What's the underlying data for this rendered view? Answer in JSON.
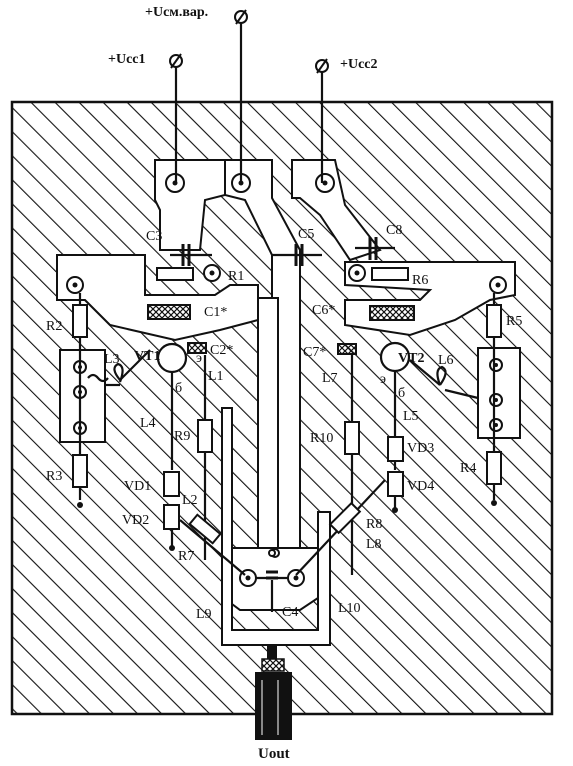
{
  "supplies": {
    "ucc1": "+Ucc1",
    "ubias": "+Uсм.вар.",
    "ucc2": "+Ucc2",
    "out": "Uout"
  },
  "labels": {
    "c1": "C1*",
    "c2": "C2*",
    "c3": "C3",
    "c4": "C4",
    "c5": "C5",
    "c6": "C6*",
    "c7": "C7*",
    "c8": "C8",
    "r1": "R1",
    "r2": "R2",
    "r3": "R3",
    "r4": "R4",
    "r5": "R5",
    "r6": "R6",
    "r7": "R7",
    "r8": "R8",
    "r9": "R9",
    "r10": "R10",
    "l1": "L1",
    "l2": "L2",
    "l3": "L3",
    "l4": "L4",
    "l5": "L5",
    "l6": "L6",
    "l7": "L7",
    "l8": "L8",
    "l9": "L9",
    "l10": "L10",
    "vt1": "VT1",
    "vt2": "VT2",
    "vd1": "VD1",
    "vd2": "VD2",
    "vd3": "VD3",
    "vd4": "VD4",
    "pin_e1": "э",
    "pin_b1": "б",
    "pin_e2": "э",
    "pin_b2": "б"
  },
  "colors": {
    "ink": "#111111",
    "paper": "#ffffff"
  }
}
